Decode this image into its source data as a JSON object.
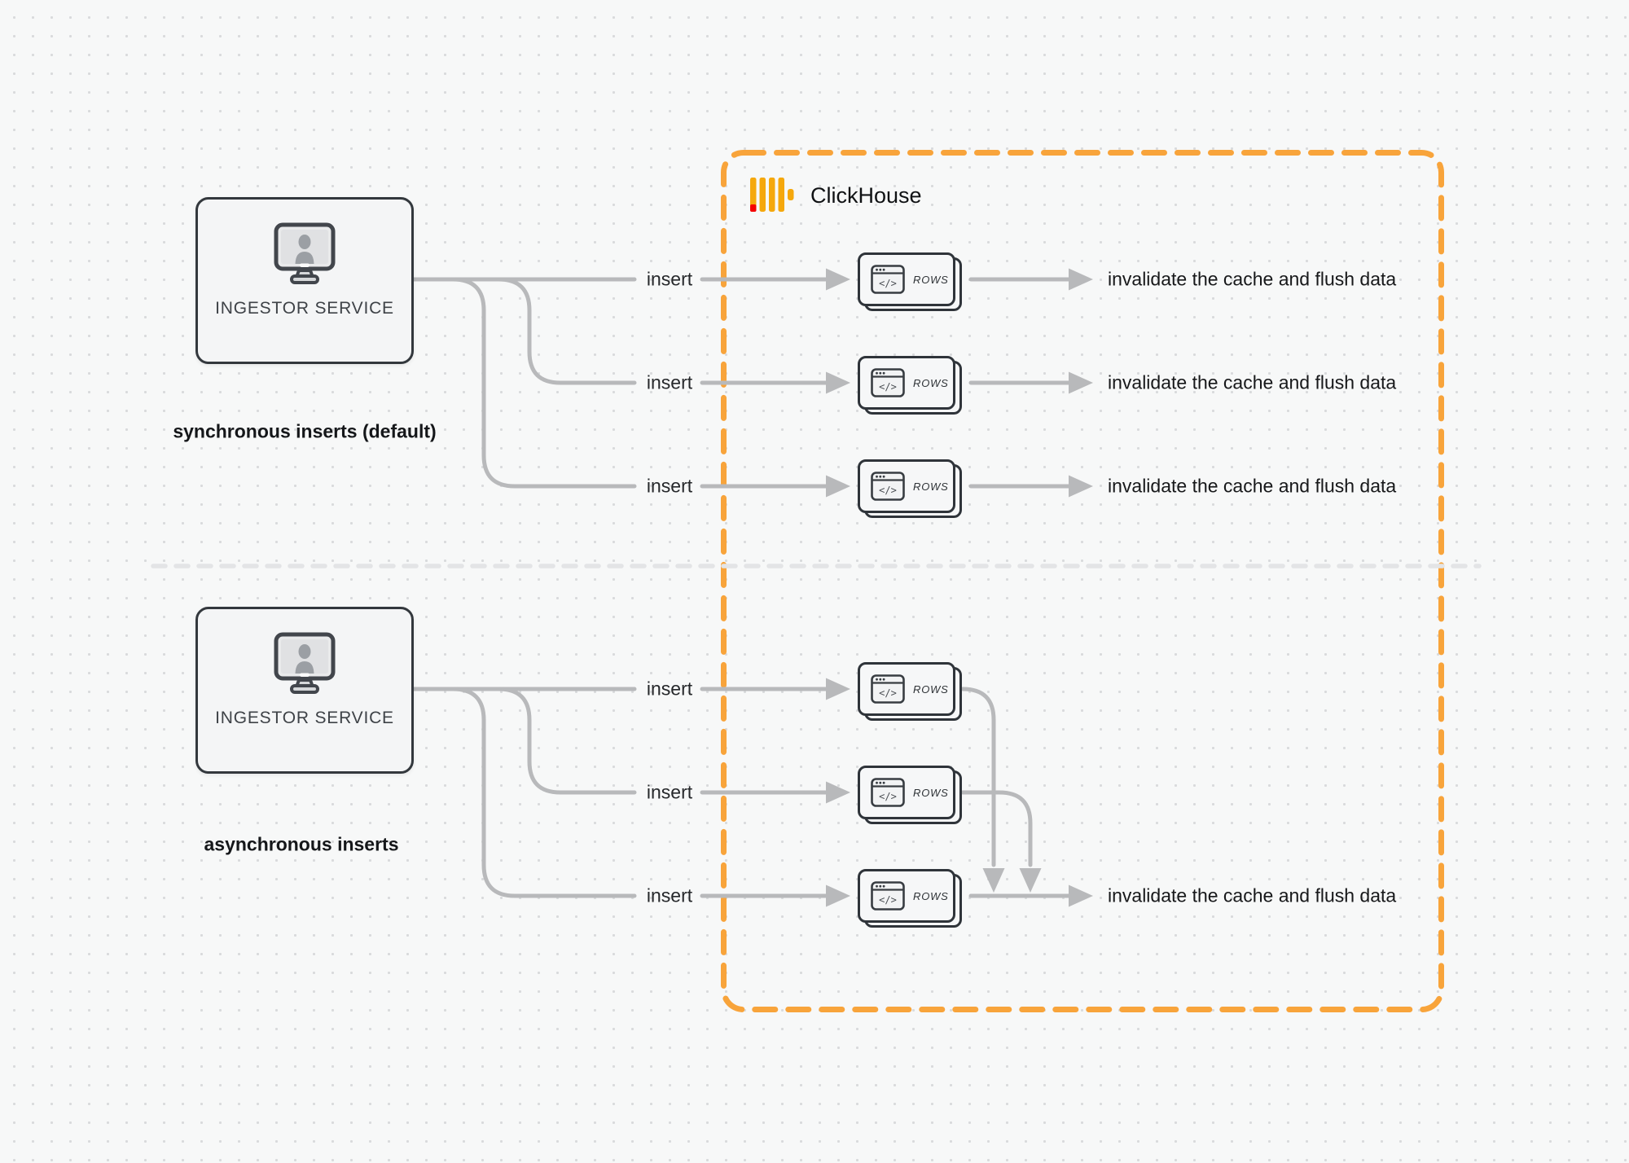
{
  "diagram_title_context": "ClickHouse insert modes diagram",
  "labels": {
    "clickhouse": "ClickHouse",
    "ingestor_service": "INGESTOR SERVICE",
    "insert": "insert",
    "invalidate": "invalidate the cache and flush data",
    "rows": "ROWS",
    "sync_caption": "synchronous inserts (default)",
    "async_caption": "asynchronous inserts"
  },
  "sections": {
    "sync": {
      "caption": "synchronous inserts (default)",
      "source": "INGESTOR SERVICE",
      "rows": [
        {
          "edge_label": "insert",
          "target": "ROWS",
          "result": "invalidate the cache and flush data"
        },
        {
          "edge_label": "insert",
          "target": "ROWS",
          "result": "invalidate the cache and flush data"
        },
        {
          "edge_label": "insert",
          "target": "ROWS",
          "result": "invalidate the cache and flush data"
        }
      ]
    },
    "async": {
      "caption": "asynchronous inserts",
      "source": "INGESTOR SERVICE",
      "rows": [
        {
          "edge_label": "insert",
          "target": "ROWS"
        },
        {
          "edge_label": "insert",
          "target": "ROWS"
        },
        {
          "edge_label": "insert",
          "target": "ROWS"
        }
      ],
      "merged_result": "invalidate the cache and flush data"
    }
  },
  "icons": {
    "monitor_user": "monitor-user-icon",
    "code_window": "code-window-icon",
    "clickhouse_bars": "clickhouse-logo-bars"
  },
  "colors": {
    "background": "#f7f8f8",
    "dot_grid": "#d9dadc",
    "connector_gray": "#b8b9bb",
    "boundary_orange": "#f8a43b",
    "logo_yellow": "#f5a80d",
    "logo_red": "#f50000",
    "node_border": "#33383d",
    "node_fill": "#f4f5f6",
    "divider_gray": "#e3e4e6"
  }
}
